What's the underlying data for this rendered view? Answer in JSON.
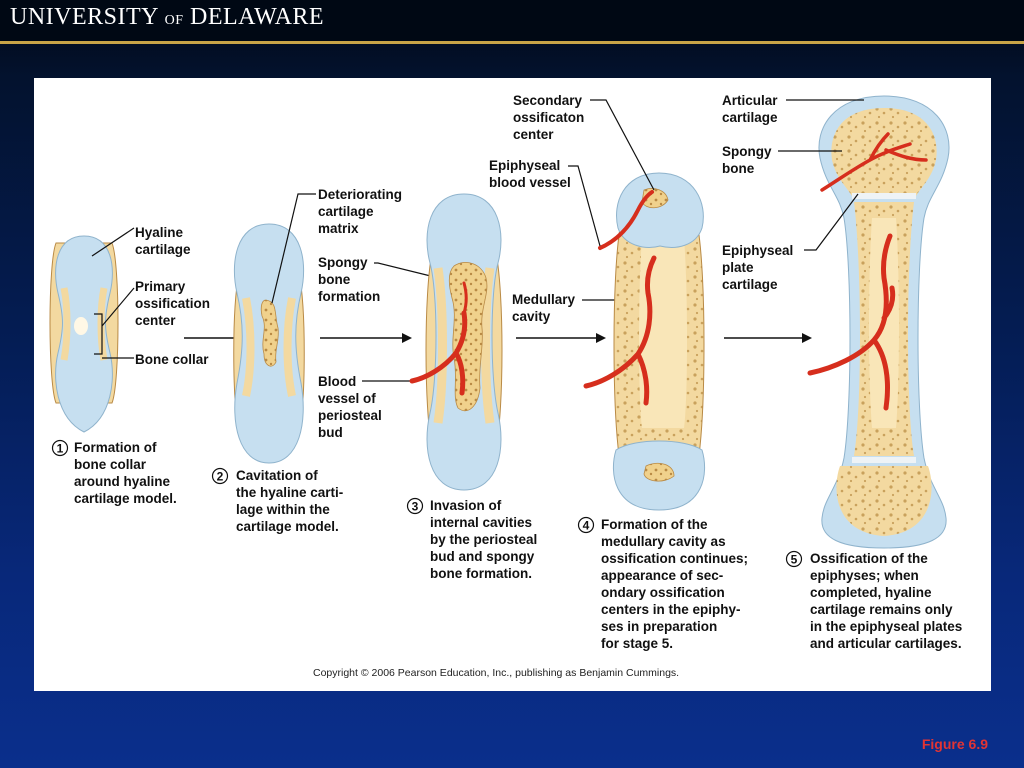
{
  "header": {
    "logo_university": "UNIVERSITY",
    "logo_of": "OF",
    "logo_delaware": "DELAWARE"
  },
  "colors": {
    "header_rule": "#c9a447",
    "cartilage": "#c6dff0",
    "bone": "#f6dfa6",
    "vessel": "#d62e1d",
    "figure_label": "#e23434"
  },
  "diagram": {
    "stage1": {
      "labels": {
        "hyaline_1": "Hyaline",
        "hyaline_2": "cartilage",
        "primary_1": "Primary",
        "primary_2": "ossification",
        "primary_3": "center",
        "bone_collar": "Bone collar"
      },
      "number": "1",
      "caption": [
        "Formation of",
        "bone collar",
        "around hyaline",
        "cartilage model."
      ]
    },
    "stage2": {
      "labels": {
        "det_1": "Deteriorating",
        "det_2": "cartilage",
        "det_3": "matrix",
        "spongy_1": "Spongy",
        "spongy_2": "bone",
        "spongy_3": "formation",
        "blood_1": "Blood",
        "blood_2": "vessel of",
        "blood_3": "periosteal",
        "blood_4": "bud"
      },
      "number": "2",
      "caption": [
        "Cavitation of",
        "the hyaline carti-",
        "lage within the",
        "cartilage model."
      ]
    },
    "stage3": {
      "number": "3",
      "caption": [
        "Invasion of",
        "internal cavities",
        "by the periosteal",
        "bud and spongy",
        "bone formation."
      ]
    },
    "stage4": {
      "labels": {
        "sec_1": "Secondary",
        "sec_2": "ossificaton",
        "sec_3": "center",
        "epi_1": "Epiphyseal",
        "epi_2": "blood vessel",
        "med_1": "Medullary",
        "med_2": "cavity"
      },
      "number": "4",
      "caption": [
        "Formation of the",
        "medullary cavity as",
        "ossification continues;",
        "appearance of sec-",
        "ondary ossification",
        "centers in the epiphy-",
        "ses in preparation",
        "for stage 5."
      ]
    },
    "stage5": {
      "labels": {
        "art_1": "Articular",
        "art_2": "cartilage",
        "sp_1": "Spongy",
        "sp_2": "bone",
        "plate_1": "Epiphyseal",
        "plate_2": "plate",
        "plate_3": "cartilage"
      },
      "number": "5",
      "caption": [
        "Ossification of the",
        "epiphyses; when",
        "completed, hyaline",
        "cartilage remains only",
        "in the epiphyseal plates",
        "and articular cartilages."
      ]
    },
    "copyright": "Copyright © 2006 Pearson Education, Inc., publishing as Benjamin Cummings."
  },
  "figure_label": "Figure 6.9"
}
